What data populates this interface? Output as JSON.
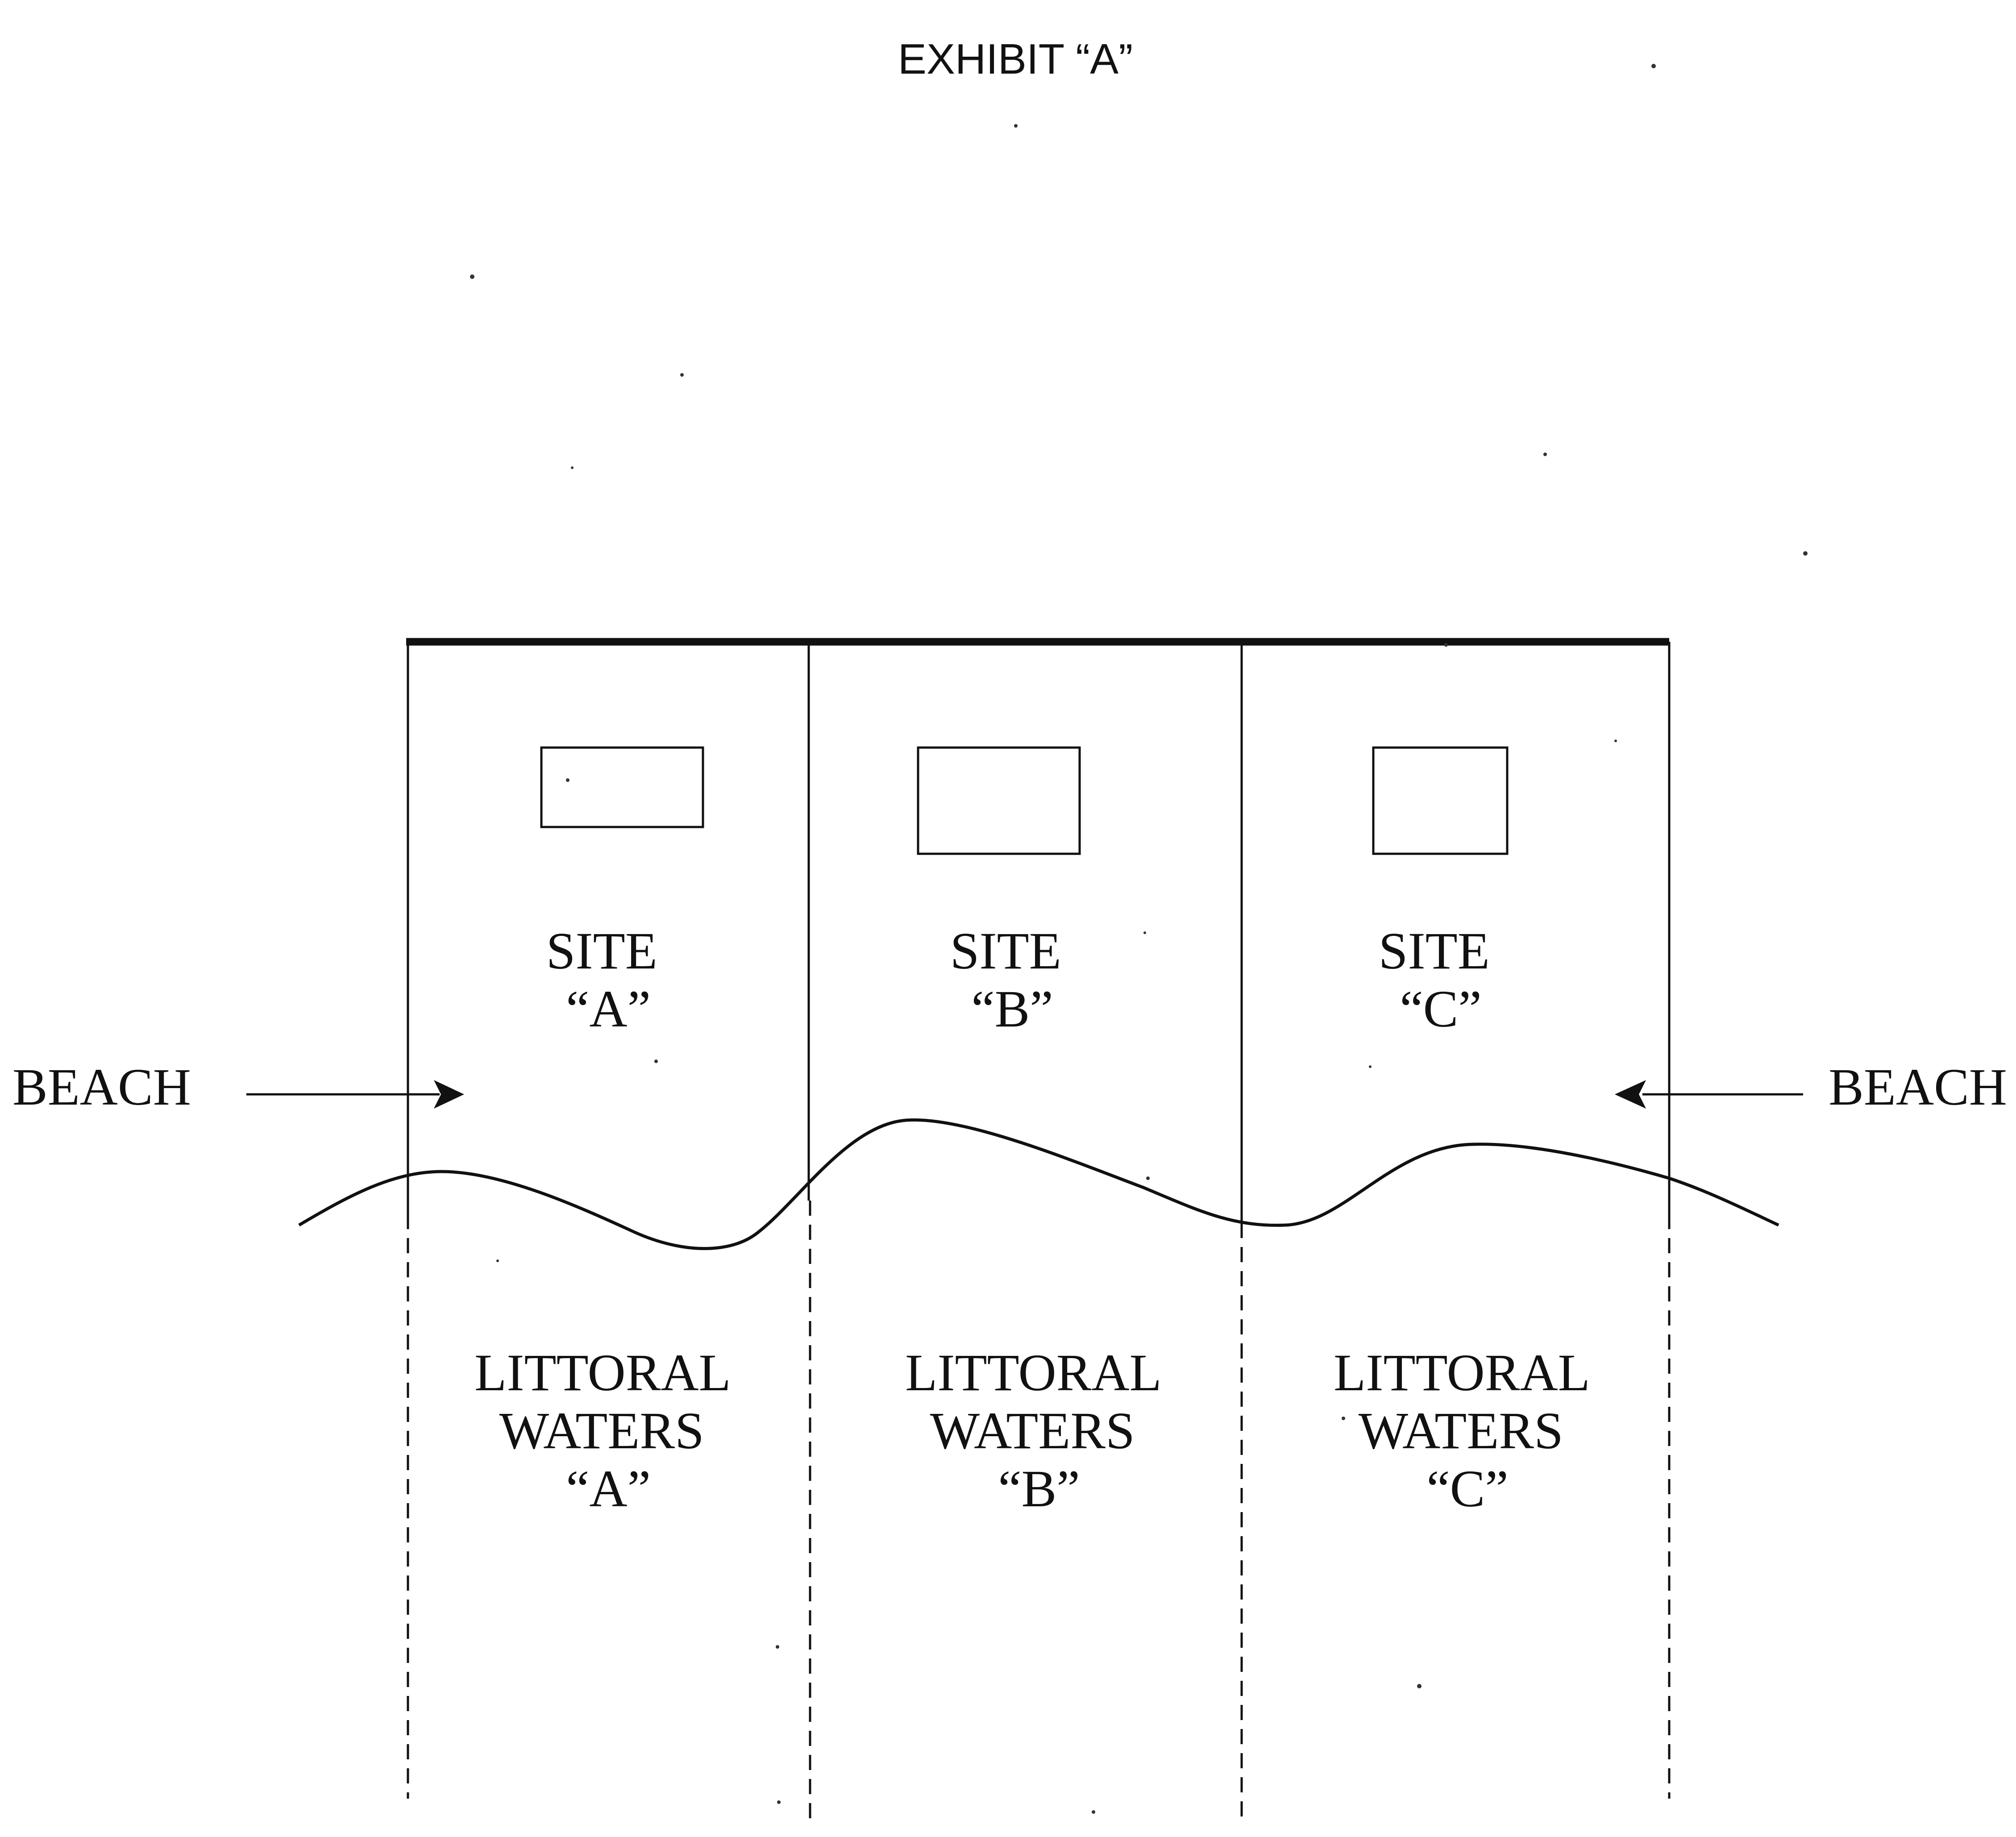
{
  "title": "EXHIBIT “A”",
  "beach_label_left": "BEACH",
  "beach_label_right": "BEACH",
  "sites": [
    {
      "line1": "SITE",
      "line2": "“A”"
    },
    {
      "line1": "SITE",
      "line2": "“B”"
    },
    {
      "line1": "SITE",
      "line2": "“C”"
    }
  ],
  "waters": [
    {
      "line1": "LITTORAL",
      "line2": "WATERS",
      "line3": "“A”"
    },
    {
      "line1": "LITTORAL",
      "line2": "WATERS",
      "line3": "“B”"
    },
    {
      "line1": "LITTORAL",
      "line2": "WATERS",
      "line3": "“C”"
    }
  ],
  "colors": {
    "ink": "#111111",
    "background": "#ffffff"
  }
}
